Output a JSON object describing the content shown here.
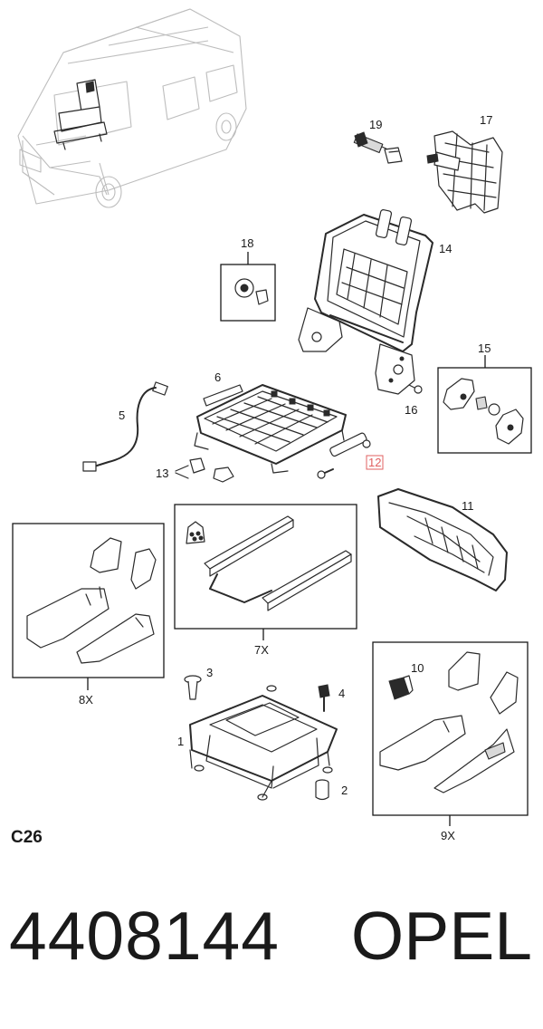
{
  "callouts": {
    "c1": "1",
    "c2": "2",
    "c3": "3",
    "c4": "4",
    "c5": "5",
    "c6": "6",
    "c7x": "7X",
    "c8x": "8X",
    "c9x": "9X",
    "c10": "10",
    "c11": "11",
    "c12": "12",
    "c13": "13",
    "c14": "14",
    "c15": "15",
    "c16": "16",
    "c17": "17",
    "c18": "18",
    "c19": "19"
  },
  "page_code": "C26",
  "part_number": "4408144",
  "brand": "OPEL",
  "colors": {
    "line": "#2a2a2a",
    "highlight": "#e06060",
    "van": "#bdbdbd"
  }
}
